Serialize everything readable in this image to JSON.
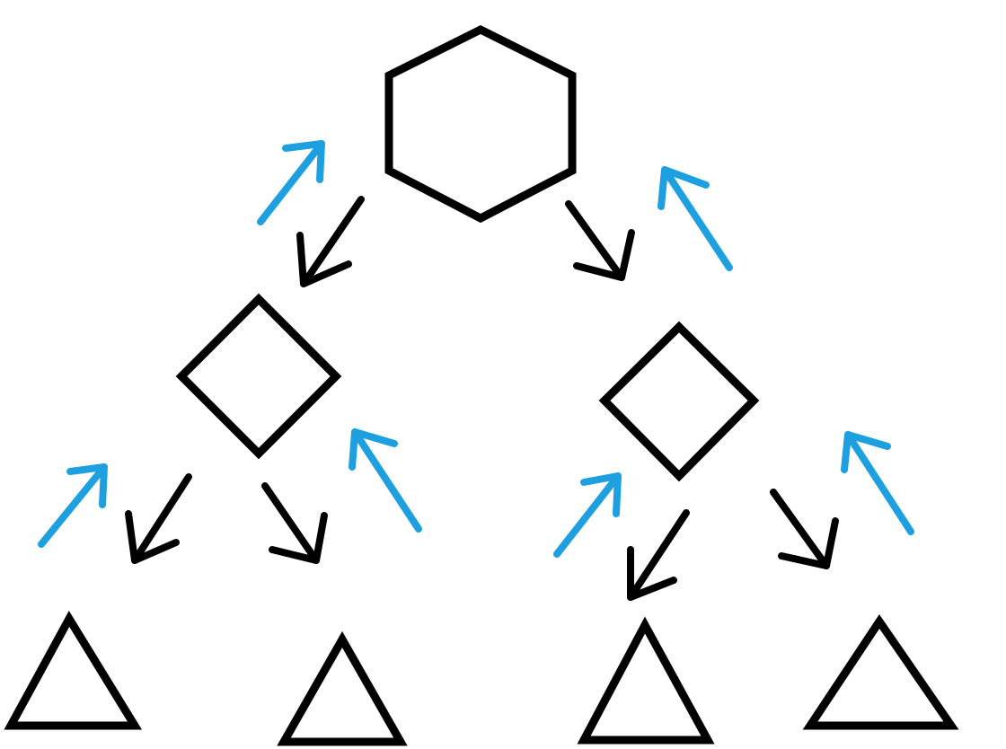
{
  "diagram": {
    "nodes": [
      {
        "id": "root",
        "shape": "hexagon",
        "level": 0
      },
      {
        "id": "left-mid",
        "shape": "diamond",
        "level": 1
      },
      {
        "id": "right-mid",
        "shape": "diamond",
        "level": 1
      },
      {
        "id": "leaf-1",
        "shape": "triangle",
        "level": 2
      },
      {
        "id": "leaf-2",
        "shape": "triangle",
        "level": 2
      },
      {
        "id": "leaf-3",
        "shape": "triangle",
        "level": 2
      },
      {
        "id": "leaf-4",
        "shape": "triangle",
        "level": 2
      }
    ],
    "edges": [
      {
        "from": "root",
        "to": "left-mid",
        "direction": "down",
        "color": "#000000"
      },
      {
        "from": "left-mid",
        "to": "root",
        "direction": "up",
        "color": "#1ea0e0"
      },
      {
        "from": "root",
        "to": "right-mid",
        "direction": "down",
        "color": "#000000"
      },
      {
        "from": "right-mid",
        "to": "root",
        "direction": "up",
        "color": "#1ea0e0"
      },
      {
        "from": "left-mid",
        "to": "leaf-1",
        "direction": "down",
        "color": "#000000"
      },
      {
        "from": "leaf-1",
        "to": "left-mid",
        "direction": "up",
        "color": "#1ea0e0"
      },
      {
        "from": "left-mid",
        "to": "leaf-2",
        "direction": "down",
        "color": "#000000"
      },
      {
        "from": "leaf-2",
        "to": "left-mid",
        "direction": "up",
        "color": "#1ea0e0"
      },
      {
        "from": "right-mid",
        "to": "leaf-3",
        "direction": "down",
        "color": "#000000"
      },
      {
        "from": "leaf-3",
        "to": "right-mid",
        "direction": "up",
        "color": "#1ea0e0"
      },
      {
        "from": "right-mid",
        "to": "leaf-4",
        "direction": "down",
        "color": "#000000"
      },
      {
        "from": "leaf-4",
        "to": "right-mid",
        "direction": "up",
        "color": "#1ea0e0"
      }
    ],
    "colors": {
      "shape_stroke": "#000000",
      "down_arrow": "#000000",
      "up_arrow": "#1ea0e0",
      "background": "#ffffff"
    }
  }
}
